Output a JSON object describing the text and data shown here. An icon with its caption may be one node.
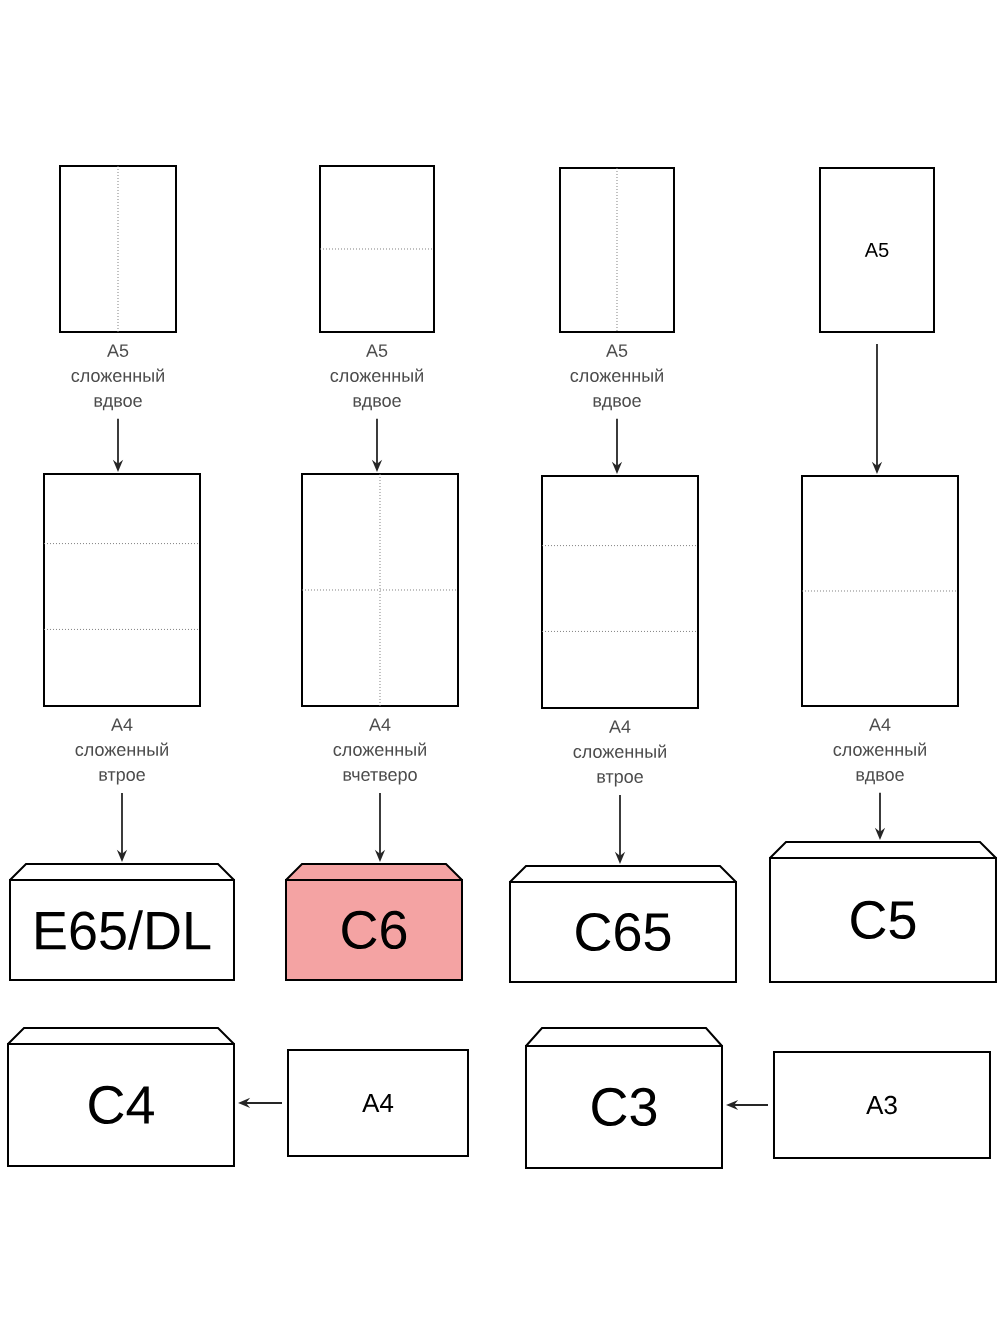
{
  "diagram": {
    "nodes": [
      {
        "text": [],
        "shape": "box",
        "beside": [
          "A5 сложенный вдвое"
        ]
      },
      {
        "text": [],
        "shape": "box",
        "beside": [
          "A5 сложенный вдвое"
        ]
      },
      {
        "text": [],
        "shape": "box",
        "beside": [
          "A5 сложенный вдвое"
        ]
      },
      {
        "text": [
          "A5"
        ]
      },
      {
        "text": [],
        "shape": "box",
        "beside": [
          "A4 сложенный втрое"
        ]
      },
      {
        "text": [],
        "shape": "box",
        "beside": [
          "A4 сложенный вчетверо"
        ]
      },
      {
        "text": [],
        "shape": "box",
        "beside": [
          "A4 сложенный втрое"
        ]
      },
      {
        "text": [],
        "shape": "box",
        "beside": [
          "A4 сложенный вдвое"
        ]
      },
      {
        "text": [
          "E65/DL"
        ]
      },
      {
        "text": [
          "C6"
        ]
      },
      {
        "text": [
          "C65"
        ]
      },
      {
        "text": [
          "C5"
        ]
      },
      {
        "text": [
          "C4"
        ]
      },
      {
        "text": [
          "A4"
        ]
      },
      {
        "text": [
          "C3"
        ]
      },
      {
        "text": [
          "A3"
        ]
      }
    ],
    "edges": [
      {
        "from": 0,
        "to": 4,
        "arrow": "to"
      },
      {
        "from": 1,
        "to": 5,
        "arrow": "to"
      },
      {
        "from": 2,
        "to": 6,
        "arrow": "to"
      },
      {
        "from": 3,
        "to": 7,
        "arrow": "to"
      },
      {
        "from": 4,
        "to": 8,
        "arrow": "to"
      },
      {
        "from": 5,
        "to": 9,
        "arrow": "to"
      },
      {
        "from": 6,
        "to": 10,
        "arrow": "to"
      },
      {
        "from": 7,
        "to": 11,
        "arrow": "to"
      },
      {
        "from": 13,
        "to": 12,
        "arrow": "to"
      },
      {
        "from": 15,
        "to": 14,
        "arrow": "to"
      }
    ]
  }
}
